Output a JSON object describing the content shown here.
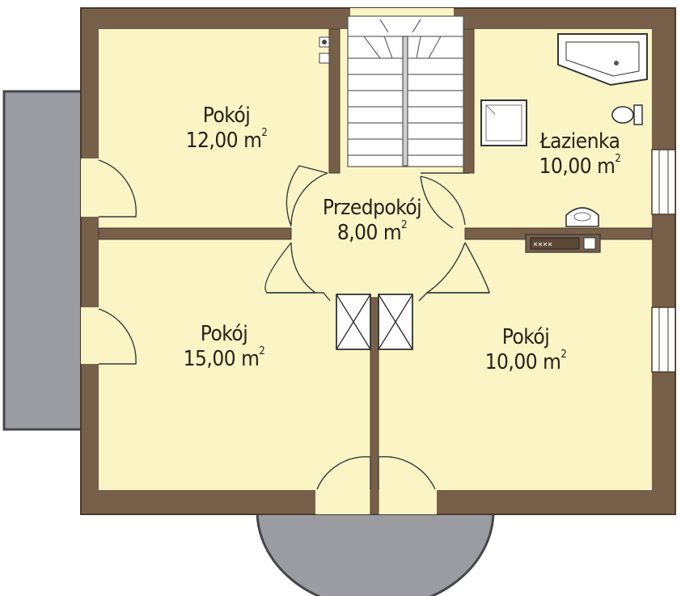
{
  "colors": {
    "floor": "#fbf5c5",
    "wall": "#77604a",
    "wall_edge": "#4a3a2a",
    "balcony": "#9a9ca2",
    "balcony_edge": "#45474c",
    "door_line": "#3a3a3a",
    "window": "#ffffff"
  },
  "rooms": [
    {
      "id": "pokoj-1",
      "name": "Pokój",
      "area_value": "12,00",
      "area_unit": "m",
      "area_exp": "2"
    },
    {
      "id": "pokoj-2",
      "name": "Pokój",
      "area_value": "15,00",
      "area_unit": "m",
      "area_exp": "2"
    },
    {
      "id": "pokoj-3",
      "name": "Pokój",
      "area_value": "10,00",
      "area_unit": "m",
      "area_exp": "2"
    },
    {
      "id": "przedpokoj",
      "name": "Przedpokój",
      "area_value": "8,00",
      "area_unit": "m",
      "area_exp": "2"
    },
    {
      "id": "lazienka",
      "name": "Łazienka",
      "area_value": "10,00",
      "area_unit": "m",
      "area_exp": "2"
    }
  ],
  "icons": [
    "stairs-icon",
    "bathtub-icon",
    "shower-icon",
    "toilet-icon",
    "washbasin-icon",
    "stove-icon",
    "chimney-icon",
    "door-swing-icon",
    "window-icon"
  ]
}
